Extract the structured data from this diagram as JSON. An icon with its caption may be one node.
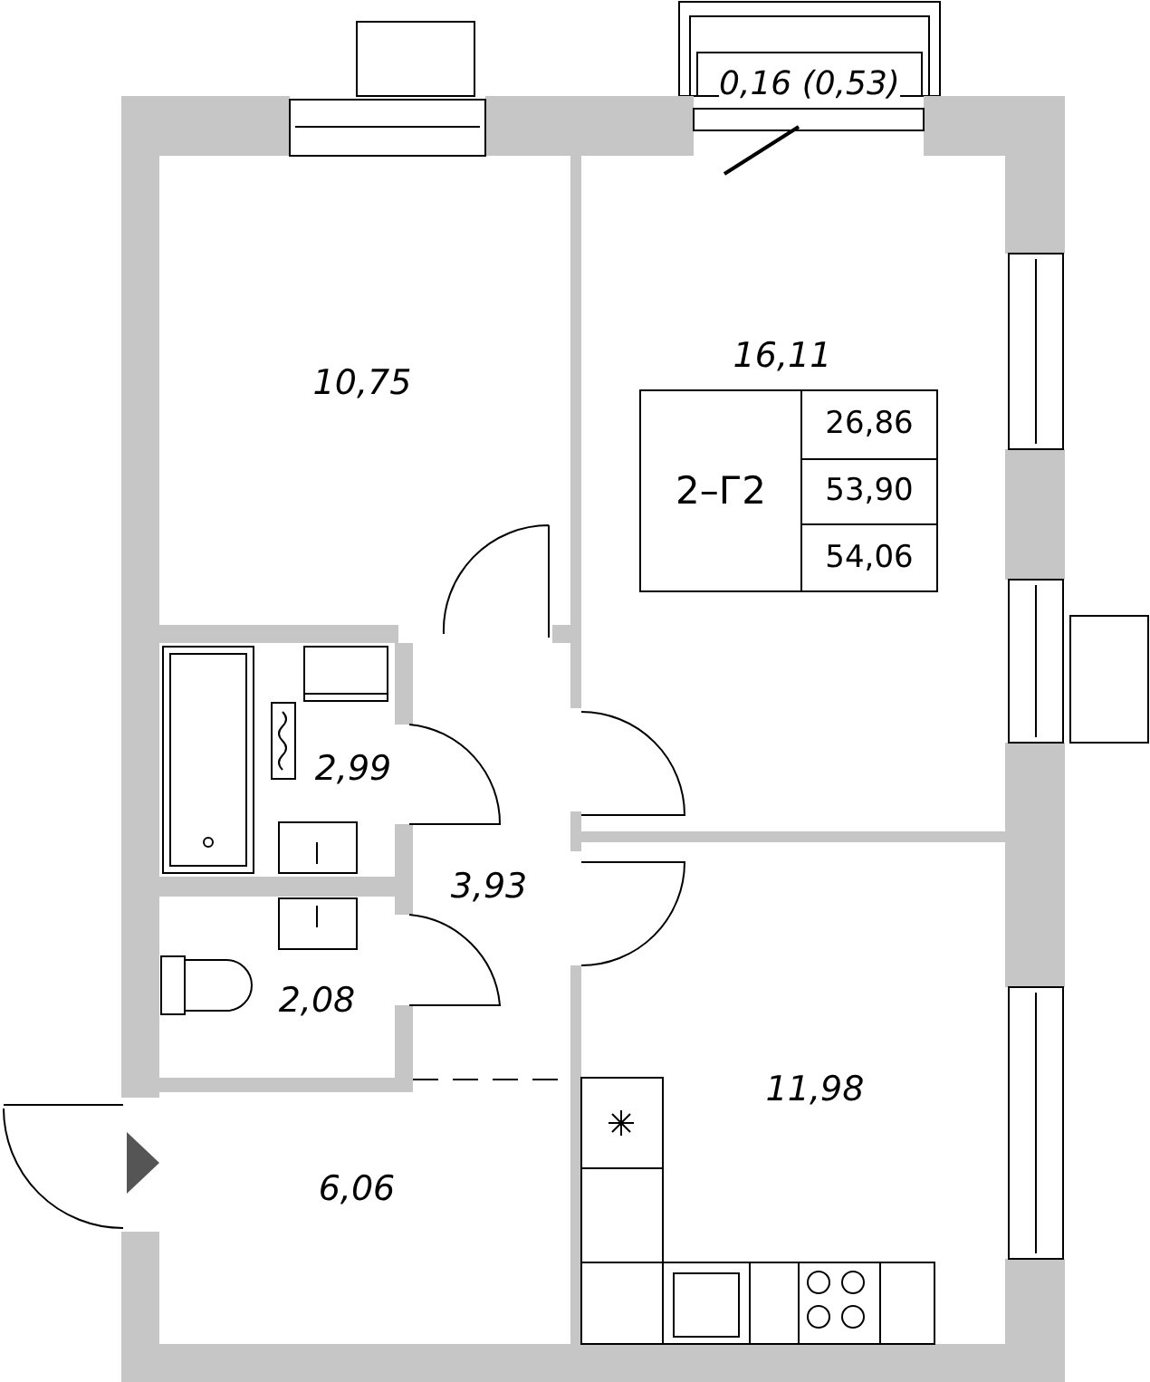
{
  "diagram": {
    "nodes": [
      {
        "text": [
          "2–Г2",
          "26,86",
          "53,90",
          "54,06"
        ]
      }
    ],
    "labels": [
      "0,16 (0,53)",
      "16,11",
      "10,75",
      "2,99",
      "3,93",
      "2,08",
      "11,98",
      "6,06"
    ]
  }
}
